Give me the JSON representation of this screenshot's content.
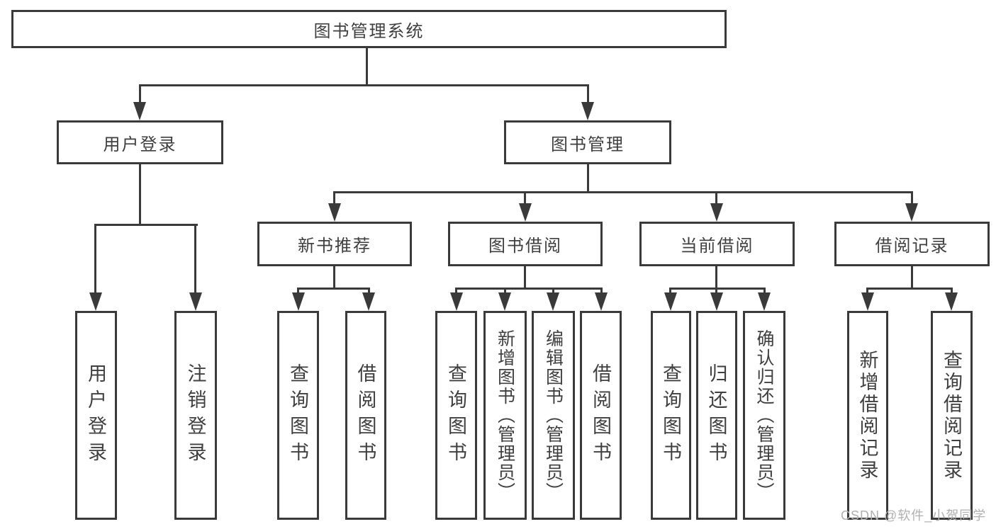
{
  "colors": {
    "line": "#3a3a3a",
    "text": "#3f3f3f",
    "box_bg": "#ffffff",
    "page_bg": "#ffffff",
    "watermark": "#b0b0b0"
  },
  "watermark": {
    "text": "CSDN @软件_小贺同学"
  },
  "tree": {
    "root": {
      "label": "图书管理系统"
    },
    "level2": [
      {
        "label": "用户登录"
      },
      {
        "label": "图书管理"
      }
    ],
    "level3": [
      {
        "label": "新书推荐"
      },
      {
        "label": "图书借阅"
      },
      {
        "label": "当前借阅"
      },
      {
        "label": "借阅记录"
      }
    ],
    "leaves": {
      "user_login": [
        {
          "label": "用户登录"
        },
        {
          "label": "注销登录"
        }
      ],
      "new_book": [
        {
          "label": "查询图书"
        },
        {
          "label": "借阅图书"
        }
      ],
      "borrow": [
        {
          "label": "查询图书"
        },
        {
          "label": "新增图书（管理员）"
        },
        {
          "label": "编辑图书（管理员）"
        },
        {
          "label": "借阅图书"
        }
      ],
      "current": [
        {
          "label": "查询图书"
        },
        {
          "label": "归还图书"
        },
        {
          "label": "确认归还（管理员）"
        }
      ],
      "records": [
        {
          "label": "新增借阅记录"
        },
        {
          "label": "查询借阅记录"
        }
      ]
    }
  }
}
